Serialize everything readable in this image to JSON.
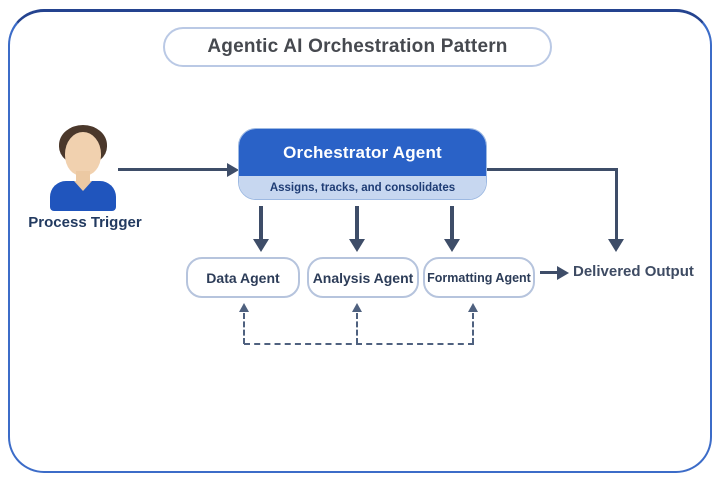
{
  "diagram": {
    "title": "Agentic AI Orchestration Pattern",
    "trigger": {
      "label": "Process Trigger"
    },
    "orchestrator": {
      "title": "Orchestrator Agent",
      "subtitle": "Assigns, tracks, and consolidates"
    },
    "agents": [
      {
        "label": "Data Agent"
      },
      {
        "label": "Analysis Agent"
      },
      {
        "label": "Formatting Agent"
      }
    ],
    "output": {
      "label": "Delivered Output"
    },
    "colors": {
      "frame_border": "#3c6cc8",
      "frame_border_top": "#24438f",
      "title_pill_border": "#bac9e5",
      "title_text": "#46494f",
      "orchestrator_fill": "#2a62c7",
      "orchestrator_title_text": "#ffffff",
      "orchestrator_band_fill": "#c7d7f0",
      "orchestrator_band_text": "#1e3c74",
      "agent_box_border": "#b6c4dd",
      "agent_box_text": "#2c3c58",
      "solid_arrow": "#3e4d68",
      "dashed_feedback_arrow": "#4f617f",
      "avatar_shirt": "#2055bd",
      "avatar_skin": "#f1d1af",
      "avatar_hair": "#4b382b"
    }
  }
}
